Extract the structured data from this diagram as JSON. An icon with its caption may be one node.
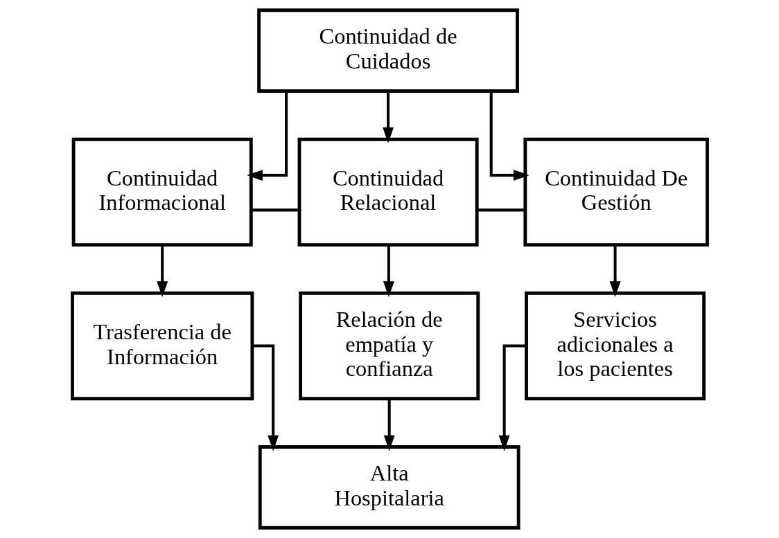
{
  "diagram": {
    "nodes": [
      {
        "text": [
          "Continuidad de Cuidados"
        ]
      },
      {
        "text": [
          "Continuidad Informacional"
        ]
      },
      {
        "text": [
          "Continuidad Relacional"
        ]
      },
      {
        "text": [
          "Continuidad De Gestión"
        ]
      },
      {
        "text": [
          "Trasferencia de Información"
        ]
      },
      {
        "text": [
          "Relación de empatía y confianza"
        ]
      },
      {
        "text": [
          "Servicios adicionales a los pacientes"
        ]
      },
      {
        "text": [
          "Alta Hospitalaria"
        ]
      }
    ],
    "edges": [
      {
        "from": 0,
        "to": 1,
        "arrow": "to"
      },
      {
        "from": 0,
        "to": 2,
        "arrow": "to"
      },
      {
        "from": 0,
        "to": 3,
        "arrow": "to"
      },
      {
        "from": 1,
        "to": 2,
        "arrow": "none"
      },
      {
        "from": 2,
        "to": 3,
        "arrow": "none"
      },
      {
        "from": 1,
        "to": 4,
        "arrow": "to"
      },
      {
        "from": 2,
        "to": 5,
        "arrow": "to"
      },
      {
        "from": 3,
        "to": 6,
        "arrow": "to"
      },
      {
        "from": 4,
        "to": 7,
        "arrow": "to"
      },
      {
        "from": 5,
        "to": 7,
        "arrow": "to"
      },
      {
        "from": 6,
        "to": 7,
        "arrow": "to"
      }
    ]
  }
}
